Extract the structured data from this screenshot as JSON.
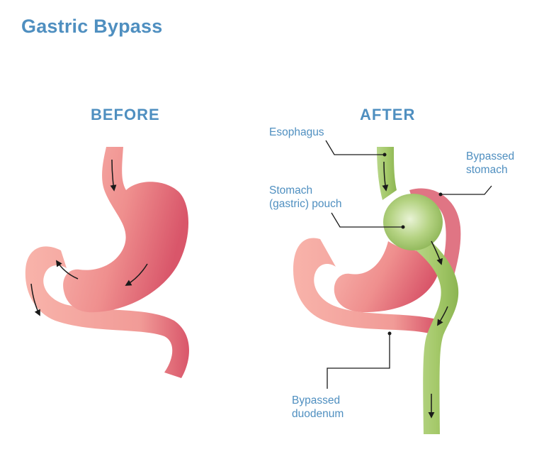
{
  "title": "Gastric Bypass",
  "before": {
    "heading": "BEFORE"
  },
  "after": {
    "heading": "AFTER",
    "labels": {
      "esophagus": "Esophagus",
      "bypassed_stomach_1": "Bypassed",
      "bypassed_stomach_2": "stomach",
      "pouch_1": "Stomach",
      "pouch_2": "(gastric) pouch",
      "duodenum_1": "Bypassed",
      "duodenum_2": "duodenum"
    }
  },
  "colors": {
    "title": "#4f8fc0",
    "stomach_light": "#f6a9a2",
    "stomach_dark": "#d9566a",
    "green": "#a5c96a",
    "green_dark": "#7fa848",
    "arrow": "#1a1a1a"
  }
}
